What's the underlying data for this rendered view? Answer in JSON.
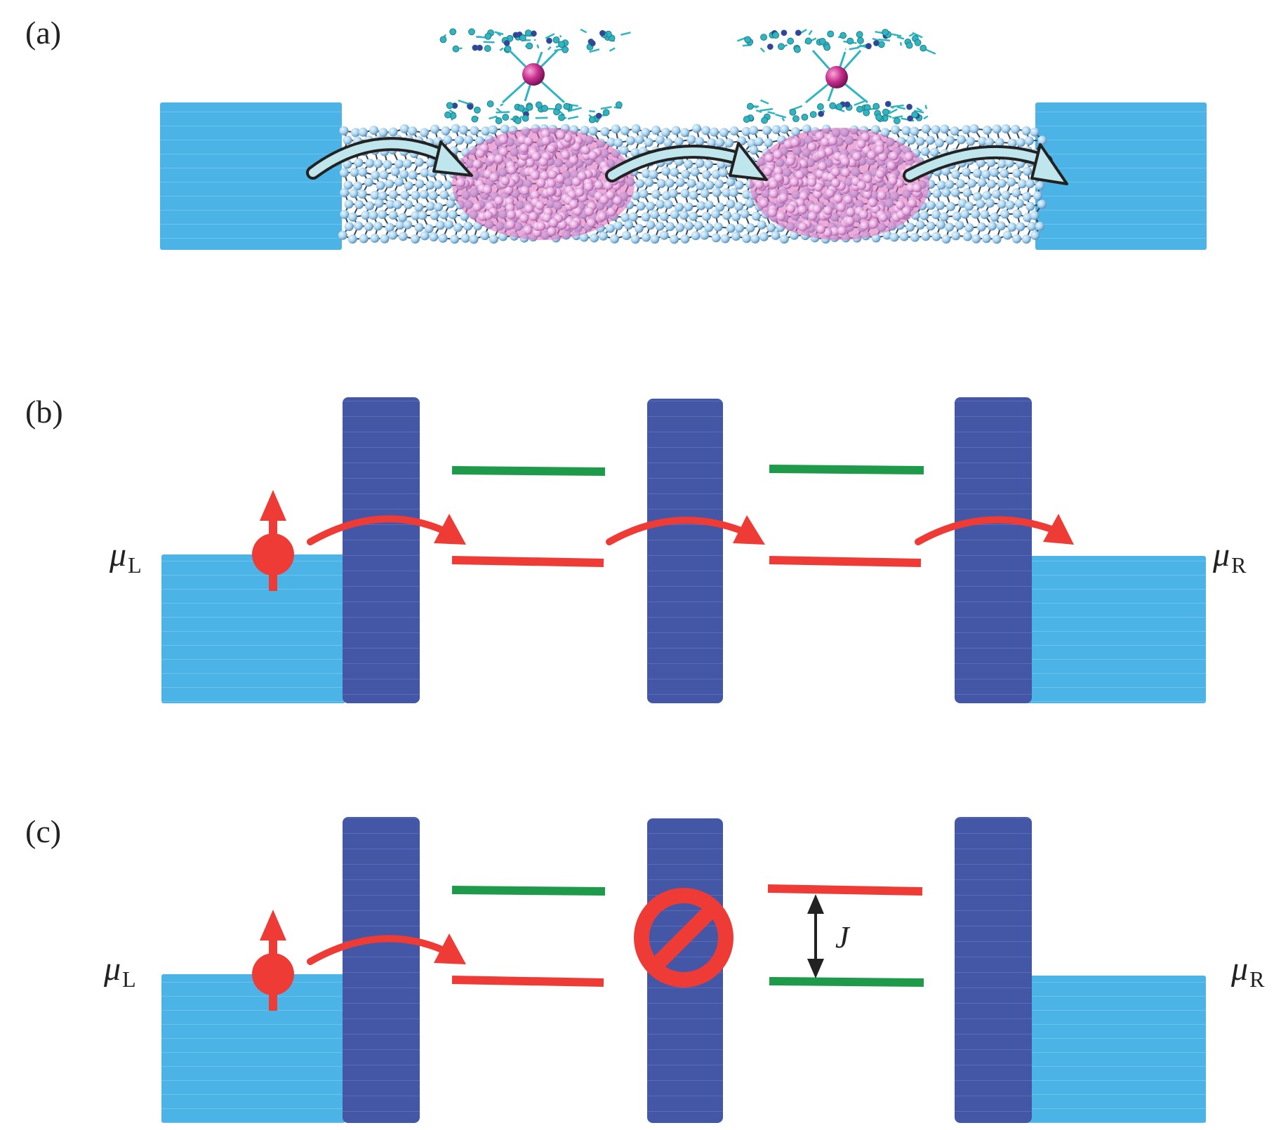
{
  "panels": {
    "a": {
      "label": "(a)"
    },
    "b": {
      "label": "(b)",
      "mu_left": "μ",
      "mu_left_sub": "L",
      "mu_right": "μ",
      "mu_right_sub": "R"
    },
    "c": {
      "label": "(c)",
      "mu_left": "μ",
      "mu_left_sub": "L",
      "mu_right": "μ",
      "mu_right_sub": "R",
      "exchange_label": "J"
    }
  },
  "colors": {
    "lead": "#4cb3e6",
    "barrier": "#4457a6",
    "level_red": "#ef3b36",
    "level_green": "#1f9a4a",
    "dot_pink": "#e066b8",
    "atom": "#a9d3ef",
    "bond": "#33414f",
    "molecule": "#2fb5c2",
    "molecule_dark": "#3a3fa0",
    "metal": "#c8308e",
    "arrow_fill": "#bfe6ec",
    "arrow_stroke": "#222222",
    "blockade": "#ef3b36",
    "text": "#222222"
  }
}
